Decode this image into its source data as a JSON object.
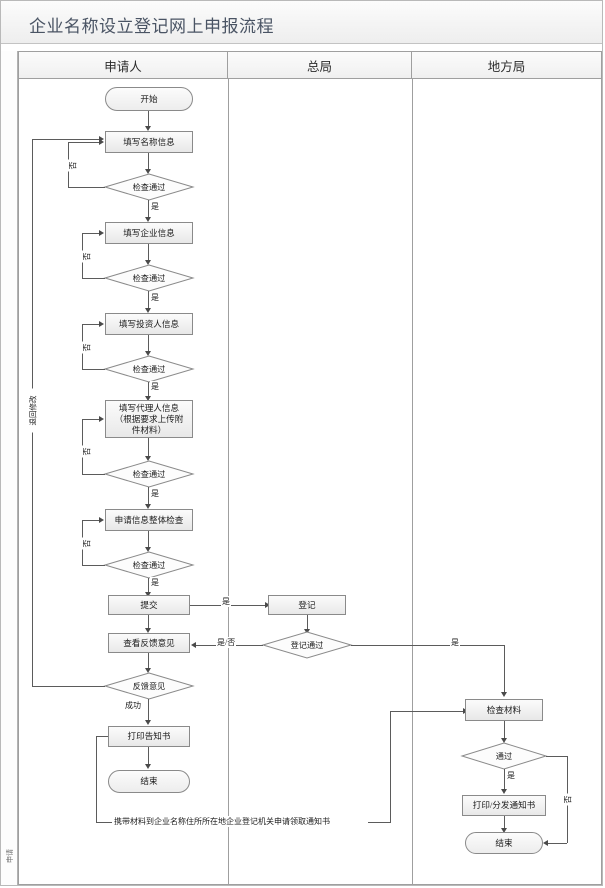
{
  "window": {
    "title": "企业名称设立登记网上申报流程"
  },
  "lanes": [
    {
      "id": "applicant",
      "label": "申请人"
    },
    {
      "id": "head-bureau",
      "label": "总局"
    },
    {
      "id": "local-bureau",
      "label": "地方局"
    }
  ],
  "side_labels": {
    "return_modify": "退回修改",
    "bottom_strip": "申请"
  },
  "nodes": {
    "start": "开始",
    "fill_name": "填写名称信息",
    "check1": "检查通过",
    "fill_company": "填写企业信息",
    "check2": "检查通过",
    "fill_investor": "填写投资人信息",
    "check3": "检查通过",
    "fill_agent_line1": "填写代理人信息",
    "fill_agent_line2": "（根据要求上传附",
    "fill_agent_line3": "件材料）",
    "check4": "检查通过",
    "overall_check": "申请信息整体检查",
    "check5": "检查通过",
    "submit": "提交",
    "view_feedback": "查看反馈意见",
    "feedback_decision": "反馈意见",
    "print_notice": "打印告知书",
    "end_applicant": "结束",
    "register": "登记",
    "register_pass": "登记通过",
    "check_materials": "检查材料",
    "pass": "通过",
    "print_distribute": "打印/分发通知书",
    "end_local": "结束"
  },
  "edge_labels": {
    "no": "否",
    "yes": "是",
    "yes_or_no": "是/否",
    "success": "成功"
  },
  "annotations": {
    "pickup_notice": "携带材料到企业名称住所所在地企业登记机关申请领取通知书"
  },
  "colors": {
    "title_text": "#4a5464",
    "node_border": "#8a8a8a",
    "line": "#5b5b5b",
    "lane_border": "#9f9f9f"
  }
}
